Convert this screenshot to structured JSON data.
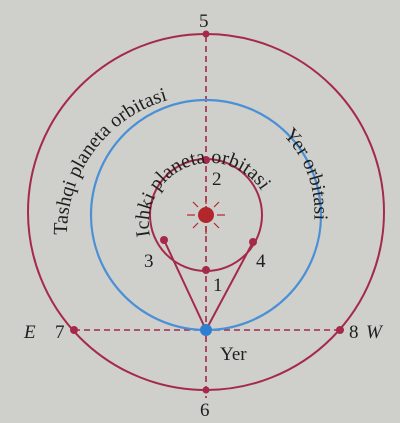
{
  "labels": {
    "outer_orbit": "Tashqi planeta orbitasi",
    "inner_orbit": "Ichki planeta orbitasi",
    "earth_orbit": "Yer orbitasi",
    "earth": "Yer",
    "point1": "1",
    "point2": "2",
    "point3": "3",
    "point4": "4",
    "point5": "5",
    "point6": "6",
    "point7": "7",
    "point8": "8",
    "east": "E",
    "west": "W"
  },
  "colors": {
    "outer_orbit": "#a52a4a",
    "inner_orbit": "#a52a4a",
    "earth_orbit": "#4a90d6",
    "sun": "#b3262b",
    "earth": "#2f7fd1",
    "guide_lines": "#a52a4a",
    "background": "#cfcfcb"
  }
}
